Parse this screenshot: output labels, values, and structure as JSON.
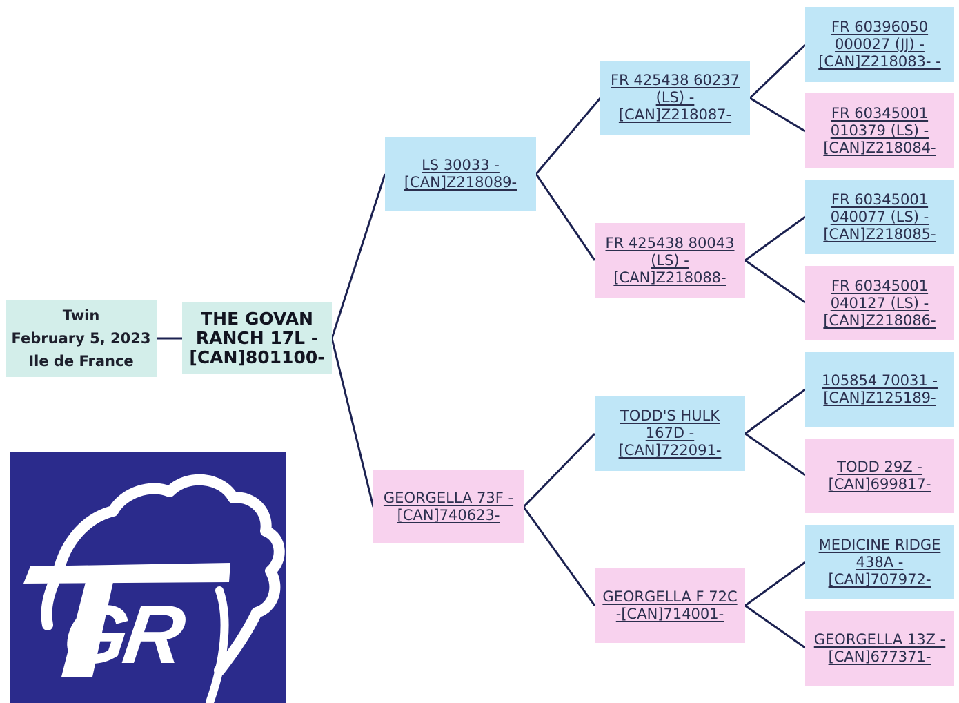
{
  "animal": {
    "status": "Twin",
    "birth_date": "February 5, 2023",
    "breed": "Ile de France",
    "name": "THE GOVAN\nRANCH 17L -\n[CAN]801100-"
  },
  "pedigree": {
    "sire": {
      "label": "LS 30033 -\n[CAN]Z218089-",
      "sire": {
        "label": "FR 425438 60237\n(LS) -\n[CAN]Z218087-",
        "sire": {
          "label": "FR 60396050\n000027 (JJ) -\n[CAN]Z218083- -"
        },
        "dam": {
          "label": "FR 60345001\n010379 (LS) -\n[CAN]Z218084-"
        }
      },
      "dam": {
        "label": "FR 425438 80043\n(LS) -\n[CAN]Z218088-",
        "sire": {
          "label": "FR 60345001\n040077 (LS) -\n[CAN]Z218085-"
        },
        "dam": {
          "label": "FR 60345001\n040127 (LS) -\n[CAN]Z218086-"
        }
      }
    },
    "dam": {
      "label": "GEORGELLA 73F -\n[CAN]740623-",
      "sire": {
        "label": "TODD'S HULK\n167D -\n[CAN]722091-",
        "sire": {
          "label": "105854 70031 -\n[CAN]Z125189-"
        },
        "dam": {
          "label": "TODD 29Z -\n[CAN]699817-"
        }
      },
      "dam": {
        "label": "GEORGELLA F 72C\n-[CAN]714001-",
        "sire": {
          "label": "MEDICINE RIDGE\n438A -\n[CAN]707972-"
        },
        "dam": {
          "label": "GEORGELLA 13Z -\n[CAN]677371-"
        }
      }
    }
  },
  "logo": {
    "text": "TGR"
  },
  "colors": {
    "male": "#bfe6f7",
    "female": "#f8d2ee",
    "subject": "#d3eeea",
    "connector": "#1b2150",
    "logo_background": "#2b2b8c"
  }
}
